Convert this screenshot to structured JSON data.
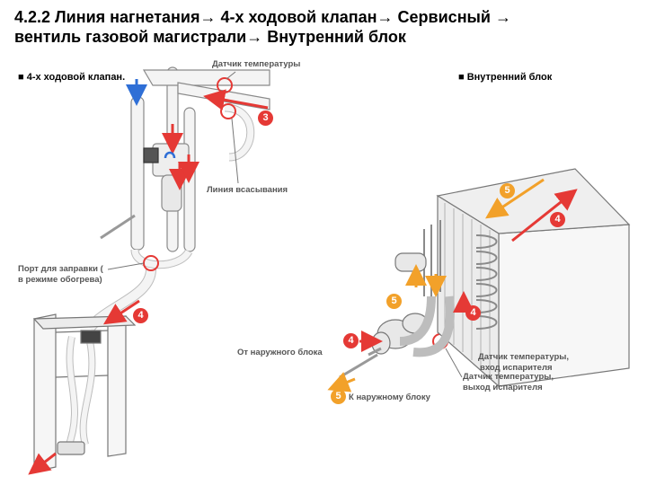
{
  "title": {
    "line1": "4.2.2 Линия нагнетания→ 4-х ходовой клапан→ Сервисный →",
    "line2": " вентиль газовой магистрали→ Внутренний блок"
  },
  "sections": {
    "left": "■ 4-х ходовой клапан.",
    "right": "■ Внутренний блок"
  },
  "labels": {
    "temp_sensor": "Датчик температуры",
    "suction_line": "Линия всасывания",
    "charge_port_1": "Порт для заправки (",
    "charge_port_2": "в режиме обогрева)",
    "from_outdoor": "От наружного блока",
    "to_outdoor": "К наружному блоку",
    "sensor_in_1": "Датчик температуры,",
    "sensor_in_2": "вход испарителя",
    "sensor_out_1": "Датчик температуры,",
    "sensor_out_2": "выход испарителя"
  },
  "badges": {
    "b3": "3",
    "b4": "4",
    "b5": "5"
  },
  "colors": {
    "red": "#e53935",
    "orange": "#f2a12a",
    "blue": "#2f6fd6",
    "pipe": "#9a9a9a"
  }
}
